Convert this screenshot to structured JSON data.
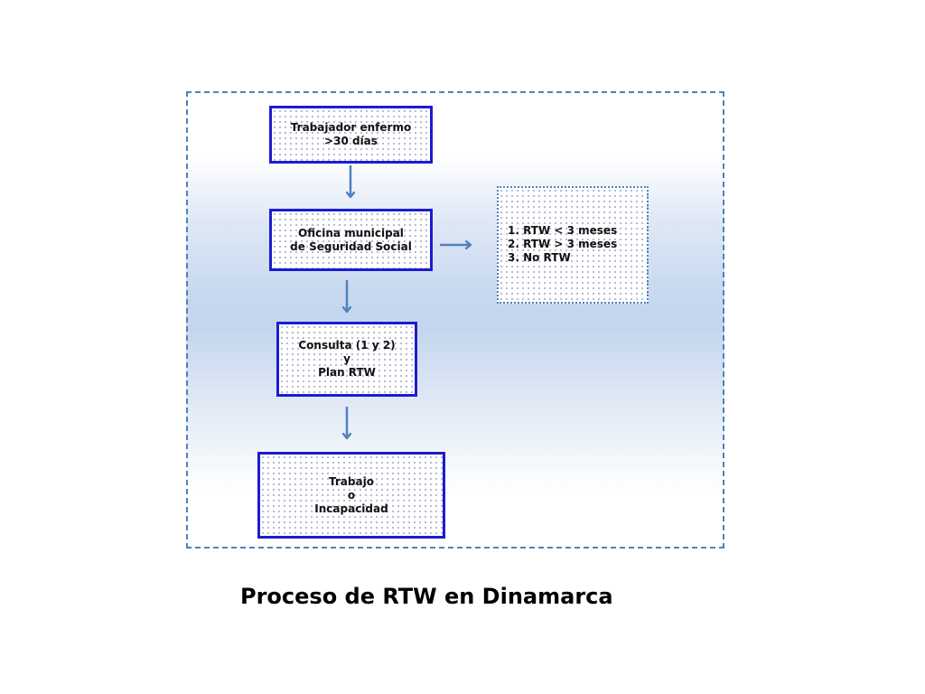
{
  "diagram": {
    "nodes": [
      {
        "id": "sick-worker",
        "text": "Trabajador enfermo\n>30 días"
      },
      {
        "id": "social-office",
        "text": "Oficina municipal\nde Seguridad Social"
      },
      {
        "id": "consultation",
        "text": "Consulta (1 y 2)\ny\nPlan RTW"
      },
      {
        "id": "outcome-work",
        "text": "Trabajo\no\nIncapacidad"
      }
    ],
    "outcomes": [
      "1. RTW < 3 meses",
      "2. RTW > 3 meses",
      "3. No RTW"
    ],
    "caption": "Proceso de RTW en Dinamarca",
    "colors": {
      "box_border": "#1c1ccf",
      "arrow": "#4f81bd",
      "frame_border": "#4f81bd"
    }
  }
}
